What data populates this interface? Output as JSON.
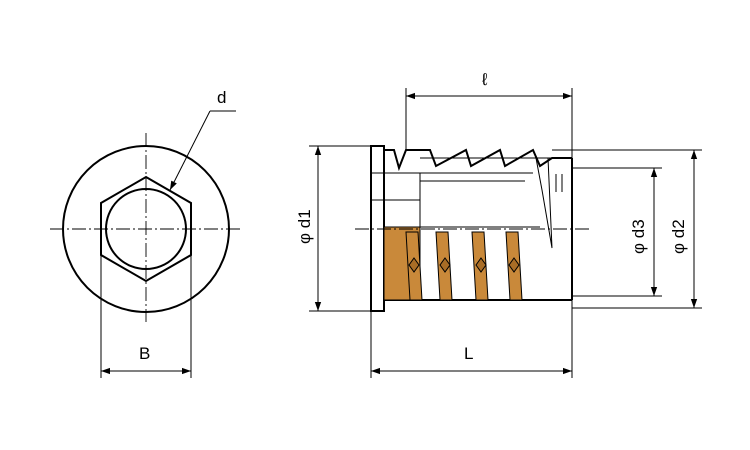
{
  "labels": {
    "d": "d",
    "B": "B",
    "L": "L",
    "l": "ℓ",
    "phi_d1": "φ d1",
    "phi_d2": "φ d2",
    "phi_d3": "φ d3"
  },
  "colors": {
    "line": "#000000",
    "fill": "#c9893a",
    "fill_dark": "#a96d26",
    "background": "#ffffff"
  }
}
